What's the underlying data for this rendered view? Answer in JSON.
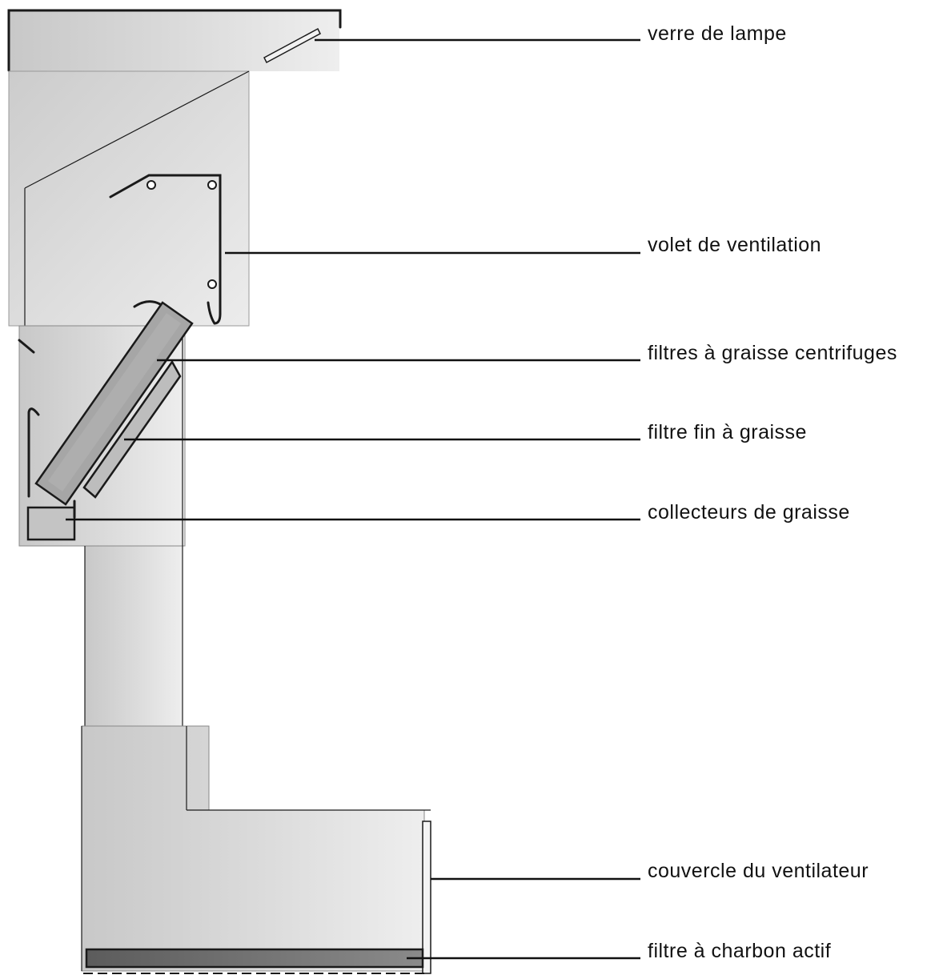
{
  "diagram": {
    "labels": {
      "lamp_glass": "verre de lampe",
      "ventilation_flap": "volet de ventilation",
      "centrifugal_grease_filters": "filtres à graisse centrifuges",
      "fine_grease_filter": "filtre fin à graisse",
      "grease_collectors": "collecteurs de graisse",
      "fan_cover": "couvercle du ventilateur",
      "activated_charcoal_filter": "filtre à charbon actif"
    },
    "colors": {
      "housing_light": "#e6e6e6",
      "housing_mid": "#cfcfcf",
      "filter_grey": "#a6a6a6",
      "charcoal": "#6b6b6b",
      "line": "#1a1a1a"
    }
  }
}
